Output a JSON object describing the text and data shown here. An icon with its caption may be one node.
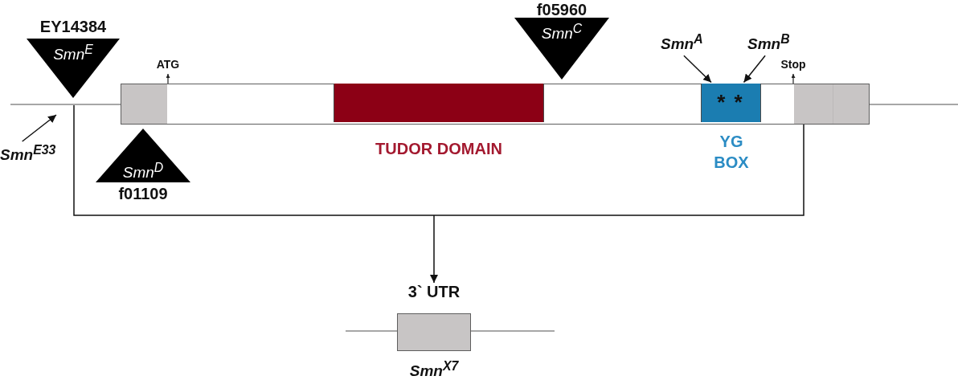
{
  "diagram": {
    "nodes": [
      {
        "text": [
          "EY14384",
          "Smn$^{E}$"
        ]
      },
      {
        "text": [
          "f05960",
          "Smn$^{C}$"
        ]
      },
      {
        "text": [
          "Smn$^{A}$"
        ]
      },
      {
        "text": [
          "Smn$^{B}$"
        ]
      },
      {
        "text": [],
        "shape": "bar"
      },
      {
        "text": [],
        "shape": "box",
        "in": 4,
        "beside": [
          "TUDOR DOMAIN"
        ]
      },
      {
        "text": [
          "* *"
        ],
        "in": 4,
        "beside": [
          "YG BOX"
        ]
      },
      {
        "text": [
          "Smn$^{E33}$"
        ]
      },
      {
        "text": [
          "Smn$^{D}$",
          "f01109"
        ]
      },
      {
        "text": [
          "3` UTR"
        ],
        "beside": [
          "Smn$^{X7}$"
        ]
      }
    ],
    "edges": [
      {
        "from": 2,
        "to": 6,
        "arrow": "to"
      },
      {
        "from": 3,
        "to": 6,
        "arrow": "to"
      },
      {
        "from": 7,
        "to": null,
        "arrow": "to"
      },
      {
        "from": 4,
        "to": 9,
        "arrow": "to"
      }
    ],
    "labels": [
      "ATG",
      "Stop"
    ]
  }
}
